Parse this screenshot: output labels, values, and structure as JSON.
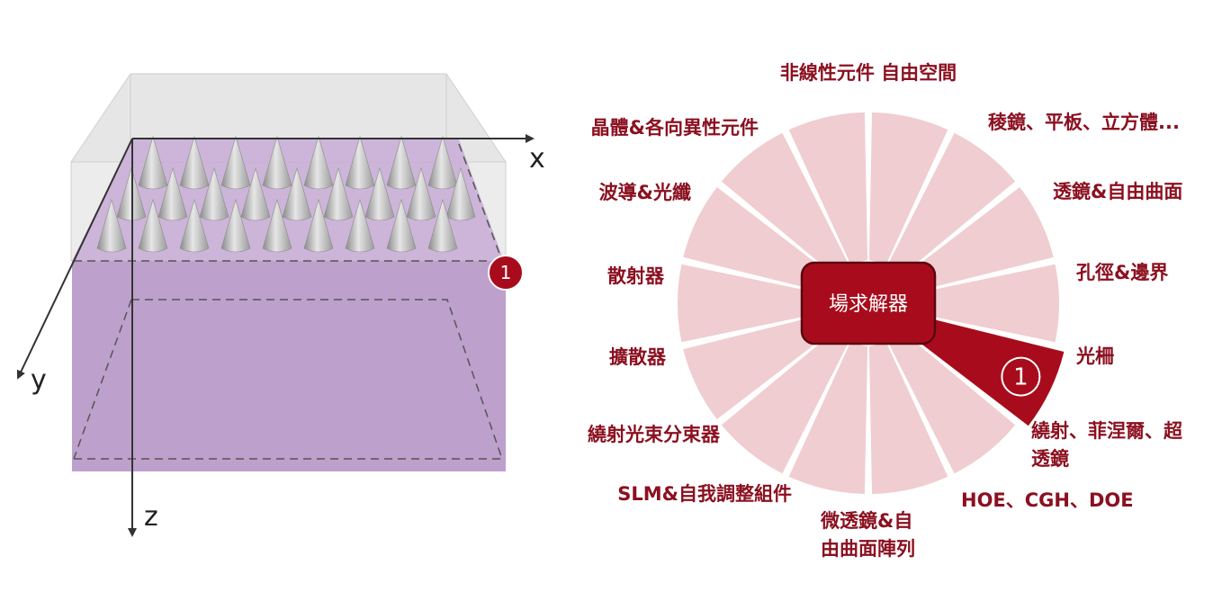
{
  "colors": {
    "accent": "#a80c1c",
    "segment_fill": "#f0cdd0",
    "label": "#8b1020",
    "purple": "#bda0cc",
    "box_grey": "#e4e4e4",
    "cone": "#b8b8b8"
  },
  "left_diagram": {
    "axes": {
      "x": "x",
      "y": "y",
      "z": "z"
    },
    "badge": "1"
  },
  "wheel": {
    "center_label": "場求解器",
    "highlight_number": "1",
    "segments": [
      {
        "lines": [
          "非線性元件  自由空間"
        ]
      },
      {
        "lines": [
          "稜鏡、平板、立方體..."
        ]
      },
      {
        "lines": [
          "透鏡&自由曲面"
        ]
      },
      {
        "lines": [
          "孔徑&邊界"
        ]
      },
      {
        "lines": [
          "光柵"
        ],
        "highlighted": true
      },
      {
        "lines": [
          "繞射、菲涅爾、超",
          "透鏡"
        ]
      },
      {
        "lines": [
          "HOE、CGH、DOE"
        ]
      },
      {
        "lines": [
          "微透鏡&自",
          "由曲面陣列"
        ]
      },
      {
        "lines": [
          "SLM&自我調整組件"
        ]
      },
      {
        "lines": [
          "繞射光束分束器"
        ]
      },
      {
        "lines": [
          "擴散器"
        ]
      },
      {
        "lines": [
          "散射器"
        ]
      },
      {
        "lines": [
          "波導&光纖"
        ]
      },
      {
        "lines": [
          "晶體&各向異性元件"
        ]
      }
    ]
  }
}
